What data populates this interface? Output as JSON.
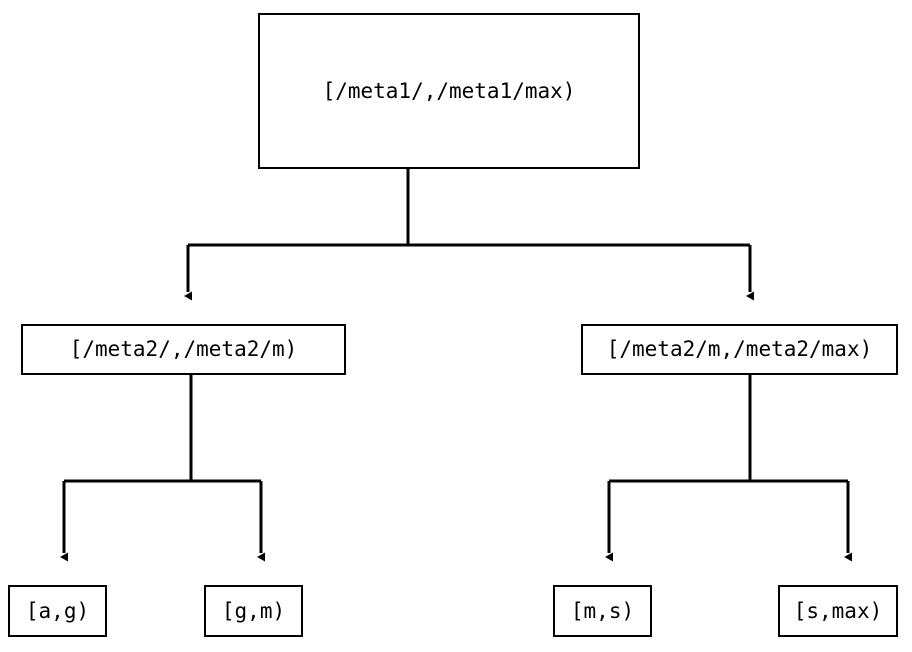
{
  "diagram": {
    "type": "tree",
    "title": "",
    "orientation": "top-down",
    "colors": {
      "background": "#ffffff",
      "stroke": "#000000",
      "text": "#000000",
      "node_fill": "#ffffff"
    },
    "nodes": {
      "root": {
        "id": "root",
        "label": "[/meta1/,/meta1/max)",
        "level": 0
      },
      "mid_left": {
        "id": "mid_left",
        "label": "[/meta2/,/meta2/m)",
        "level": 1
      },
      "mid_right": {
        "id": "mid_right",
        "label": "[/meta2/m,/meta2/max)",
        "level": 1
      },
      "leaf_a_g": {
        "id": "leaf_a_g",
        "label": "[a,g)",
        "level": 2
      },
      "leaf_g_m": {
        "id": "leaf_g_m",
        "label": "[g,m)",
        "level": 2
      },
      "leaf_m_s": {
        "id": "leaf_m_s",
        "label": "[m,s)",
        "level": 2
      },
      "leaf_s_max": {
        "id": "leaf_s_max",
        "label": "[s,max)",
        "level": 2
      }
    },
    "edges": [
      {
        "from": "root",
        "to": "mid_left",
        "arrow": "triangle-down"
      },
      {
        "from": "root",
        "to": "mid_right",
        "arrow": "triangle-down"
      },
      {
        "from": "mid_left",
        "to": "leaf_a_g",
        "arrow": "triangle-down"
      },
      {
        "from": "mid_left",
        "to": "leaf_g_m",
        "arrow": "triangle-down"
      },
      {
        "from": "mid_right",
        "to": "leaf_m_s",
        "arrow": "triangle-down"
      },
      {
        "from": "mid_right",
        "to": "leaf_s_max",
        "arrow": "triangle-down"
      }
    ]
  }
}
